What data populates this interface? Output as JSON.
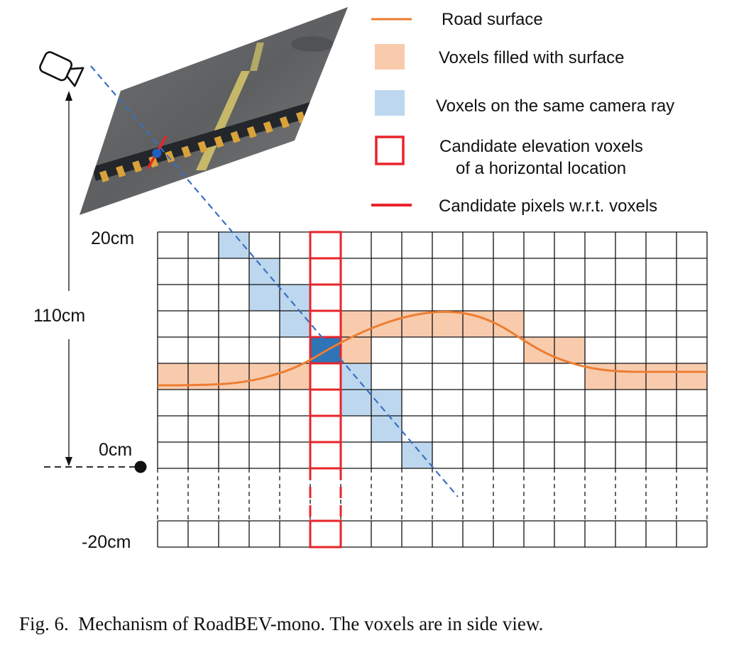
{
  "legend": {
    "road_surface": "Road surface",
    "voxels_filled": "Voxels filled with surface",
    "voxels_ray": "Voxels on the same camera ray",
    "candidate_voxels_line1": "Candidate elevation voxels",
    "candidate_voxels_line2": "of a horizontal location",
    "candidate_pixels": "Candidate pixels w.r.t. voxels"
  },
  "axis": {
    "top_label": "20cm",
    "height_label": "110cm",
    "zero_label": "0cm",
    "bottom_label": "-20cm"
  },
  "caption": "Fig. 6.  Mechanism of RoadBEV-mono. The voxels are in side view.",
  "colors": {
    "road_line": "#ed7d31",
    "surface_fill": "#f8cbad",
    "ray_fill": "#bdd7ee",
    "ray_hit_fill": "#2e75b6",
    "candidate_red": "#e8242a",
    "ray_line": "#3b6fc4",
    "grid": "#111111"
  },
  "grid": {
    "columns": 18,
    "upper_rows": 9,
    "candidate_column": 5,
    "surface_cells": [
      [
        0,
        5
      ],
      [
        1,
        5
      ],
      [
        2,
        5
      ],
      [
        3,
        5
      ],
      [
        4,
        5
      ],
      [
        5,
        4
      ],
      [
        6,
        4
      ],
      [
        6,
        3
      ],
      [
        7,
        3
      ],
      [
        8,
        3
      ],
      [
        9,
        3
      ],
      [
        10,
        3
      ],
      [
        11,
        3
      ],
      [
        12,
        4
      ],
      [
        13,
        4
      ],
      [
        14,
        5
      ],
      [
        15,
        5
      ],
      [
        16,
        5
      ],
      [
        17,
        5
      ]
    ],
    "ray_cells": [
      [
        2,
        0
      ],
      [
        3,
        1
      ],
      [
        3,
        2
      ],
      [
        4,
        2
      ],
      [
        4,
        3
      ],
      [
        6,
        5
      ],
      [
        6,
        6
      ],
      [
        7,
        6
      ],
      [
        7,
        7
      ],
      [
        8,
        8
      ]
    ],
    "ray_hit_cell": [
      5,
      4
    ]
  },
  "icons": {
    "camera": "camera-icon",
    "origin": "origin-dot-icon"
  }
}
